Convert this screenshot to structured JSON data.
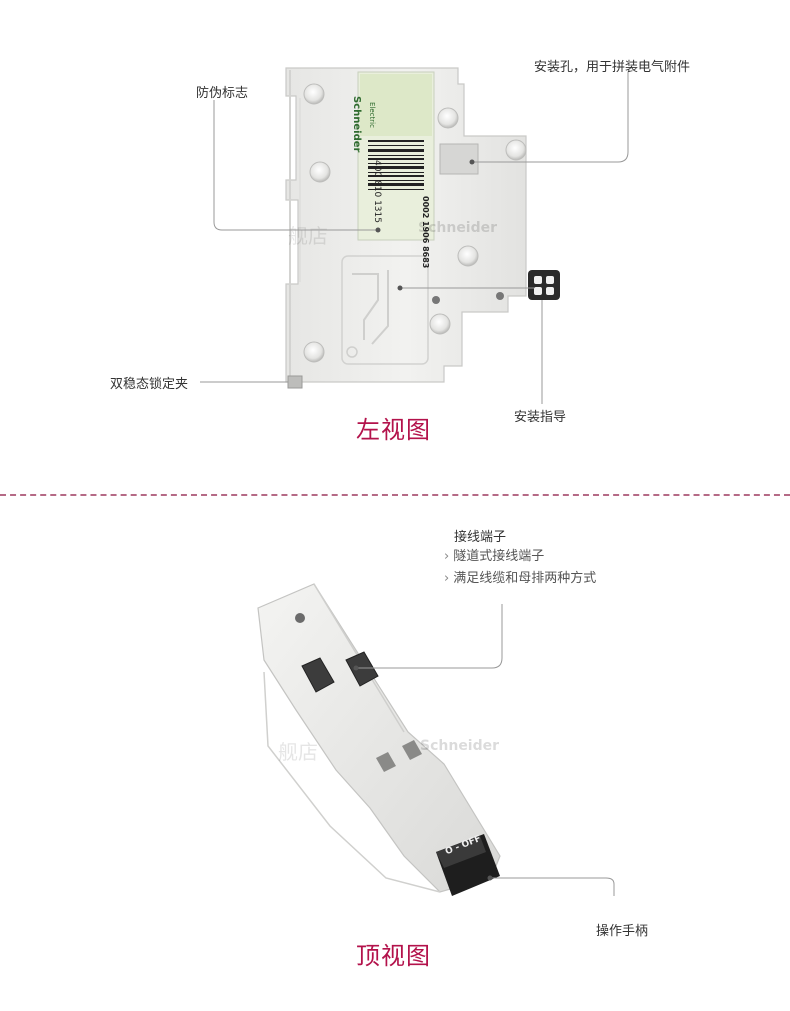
{
  "left_view": {
    "title": "左视图",
    "callouts": {
      "anti_counterfeit": "防伪标志",
      "mounting_hole": "安装孔，用于拼装电气附件",
      "bistable_clip": "双稳态锁定夹",
      "install_guide": "安装指导"
    },
    "label_brand": "Schneider",
    "label_brand_sub": "Electric",
    "label_serial": "0002 1906 8683",
    "label_phone": "400 810 1315",
    "watermark": "舰店"
  },
  "top_view": {
    "title": "顶视图",
    "terminal_heading": "接线端子",
    "terminal_points": [
      "隧道式接线端子",
      "满足线缆和母排两种方式"
    ],
    "handle_callout": "操作手柄",
    "handle_marking": "O - OFF",
    "watermark": "舰店"
  },
  "colors": {
    "title_accent": "#b3124b",
    "divider": "#b56a86",
    "leader_line": "#999999"
  }
}
